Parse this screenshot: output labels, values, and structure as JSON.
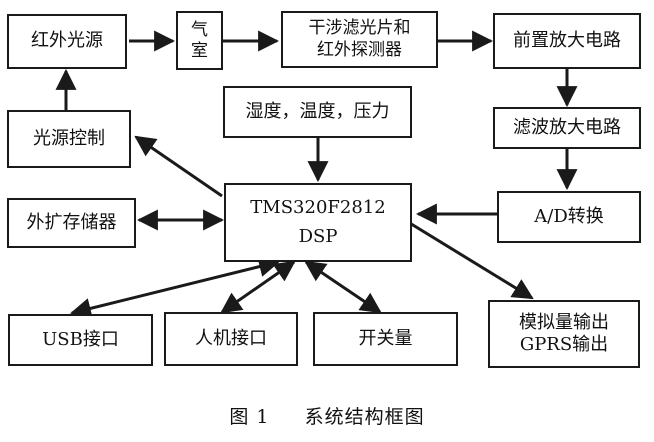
{
  "blocks": {
    "infrared_source": "红外光源",
    "gas_chamber": "气室",
    "filter_detector_line1": "干涉滤光片和",
    "filter_detector_line2": "红外探测器",
    "preamp": "前置放大电路",
    "light_control": "光源控制",
    "env_sensors": "湿度，温度，压力",
    "filter_amp": "滤波放大电路",
    "ext_memory": "外扩存储器",
    "dsp_line1": "TMS320F2812",
    "dsp_line2": "DSP",
    "adc": "A/D转换",
    "usb": "USB接口",
    "hmi": "人机接口",
    "switch": "开关量",
    "output_line1": "模拟量输出",
    "output_line2": "GPRS输出"
  },
  "caption": {
    "number": "图 1",
    "title": "系统结构框图"
  },
  "colors": {
    "line": "#1a1a1a",
    "background": "#ffffff"
  }
}
